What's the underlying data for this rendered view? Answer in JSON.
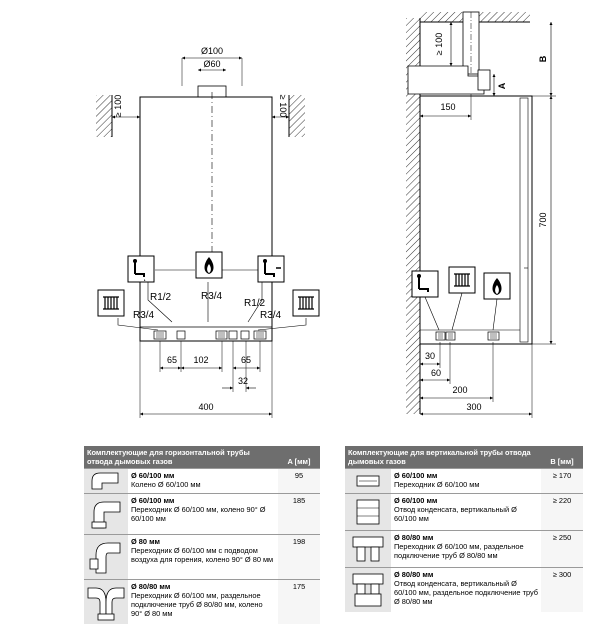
{
  "front_view": {
    "dim_outer_d": "Ø100",
    "dim_inner_d": "Ø60",
    "dim_side_left": "≥ 100",
    "dim_side_right": "≥ 100",
    "conn_r12_left": "R1/2",
    "conn_r34_center": "R3/4",
    "conn_r12_right": "R1/2",
    "conn_r34_left": "R3/4",
    "conn_r34_right": "R3/4",
    "dim_65_left": "65",
    "dim_102": "102",
    "dim_65_right": "65",
    "dim_32": "32",
    "dim_width": "400"
  },
  "side_view": {
    "dim_top": "≥ 100",
    "label_b": "B",
    "label_a": "A",
    "dim_150": "150",
    "dim_height": "700",
    "dim_30": "30",
    "dim_60": "60",
    "dim_200": "200",
    "dim_depth": "300"
  },
  "icons": {
    "hot_water": "hot-water-tap-icon",
    "gas": "gas-flame-icon",
    "cold_water": "cold-water-tap-icon",
    "heating": "radiator-icon"
  },
  "table_horizontal": {
    "header_title": "Комплектующие для горизонтальной трубы отвода дымовых газов",
    "header_value": "A [мм]",
    "rows": [
      {
        "name": "Ø 60/100 мм",
        "desc": "Колено Ø 60/100 мм",
        "value": "95"
      },
      {
        "name": "Ø 60/100 мм",
        "desc": "Переходник Ø 60/100 мм, колено 90° Ø 60/100 мм",
        "value": "185"
      },
      {
        "name": "Ø 80 мм",
        "desc": "Переходник Ø 60/100 мм с подводом воздуха для горения, колено 90° Ø 80 мм",
        "value": "198"
      },
      {
        "name": "Ø 80/80 мм",
        "desc": "Переходник Ø 60/100 мм, раздельное подключение труб Ø 80/80 мм, колено 90° Ø 80 мм",
        "value": "175"
      }
    ]
  },
  "table_vertical": {
    "header_title": "Комплектующие для вертикальной трубы отвода дымовых газов",
    "header_value": "B [мм]",
    "rows": [
      {
        "name": "Ø 60/100 мм",
        "desc": "Переходник Ø 60/100 мм",
        "value": "≥ 170"
      },
      {
        "name": "Ø 60/100 мм",
        "desc": "Отвод конденсата, вертикальный Ø 60/100 мм",
        "value": "≥ 220"
      },
      {
        "name": "Ø 80/80 мм",
        "desc": "Переходник Ø 60/100 мм, раздельное подключение труб Ø 80/80 мм",
        "value": "≥ 250"
      },
      {
        "name": "Ø 80/80 мм",
        "desc": "Отвод конденсата, вертикальный Ø 60/100 мм, раздельное подключение труб Ø 80/80 мм",
        "value": "≥ 300"
      }
    ]
  }
}
